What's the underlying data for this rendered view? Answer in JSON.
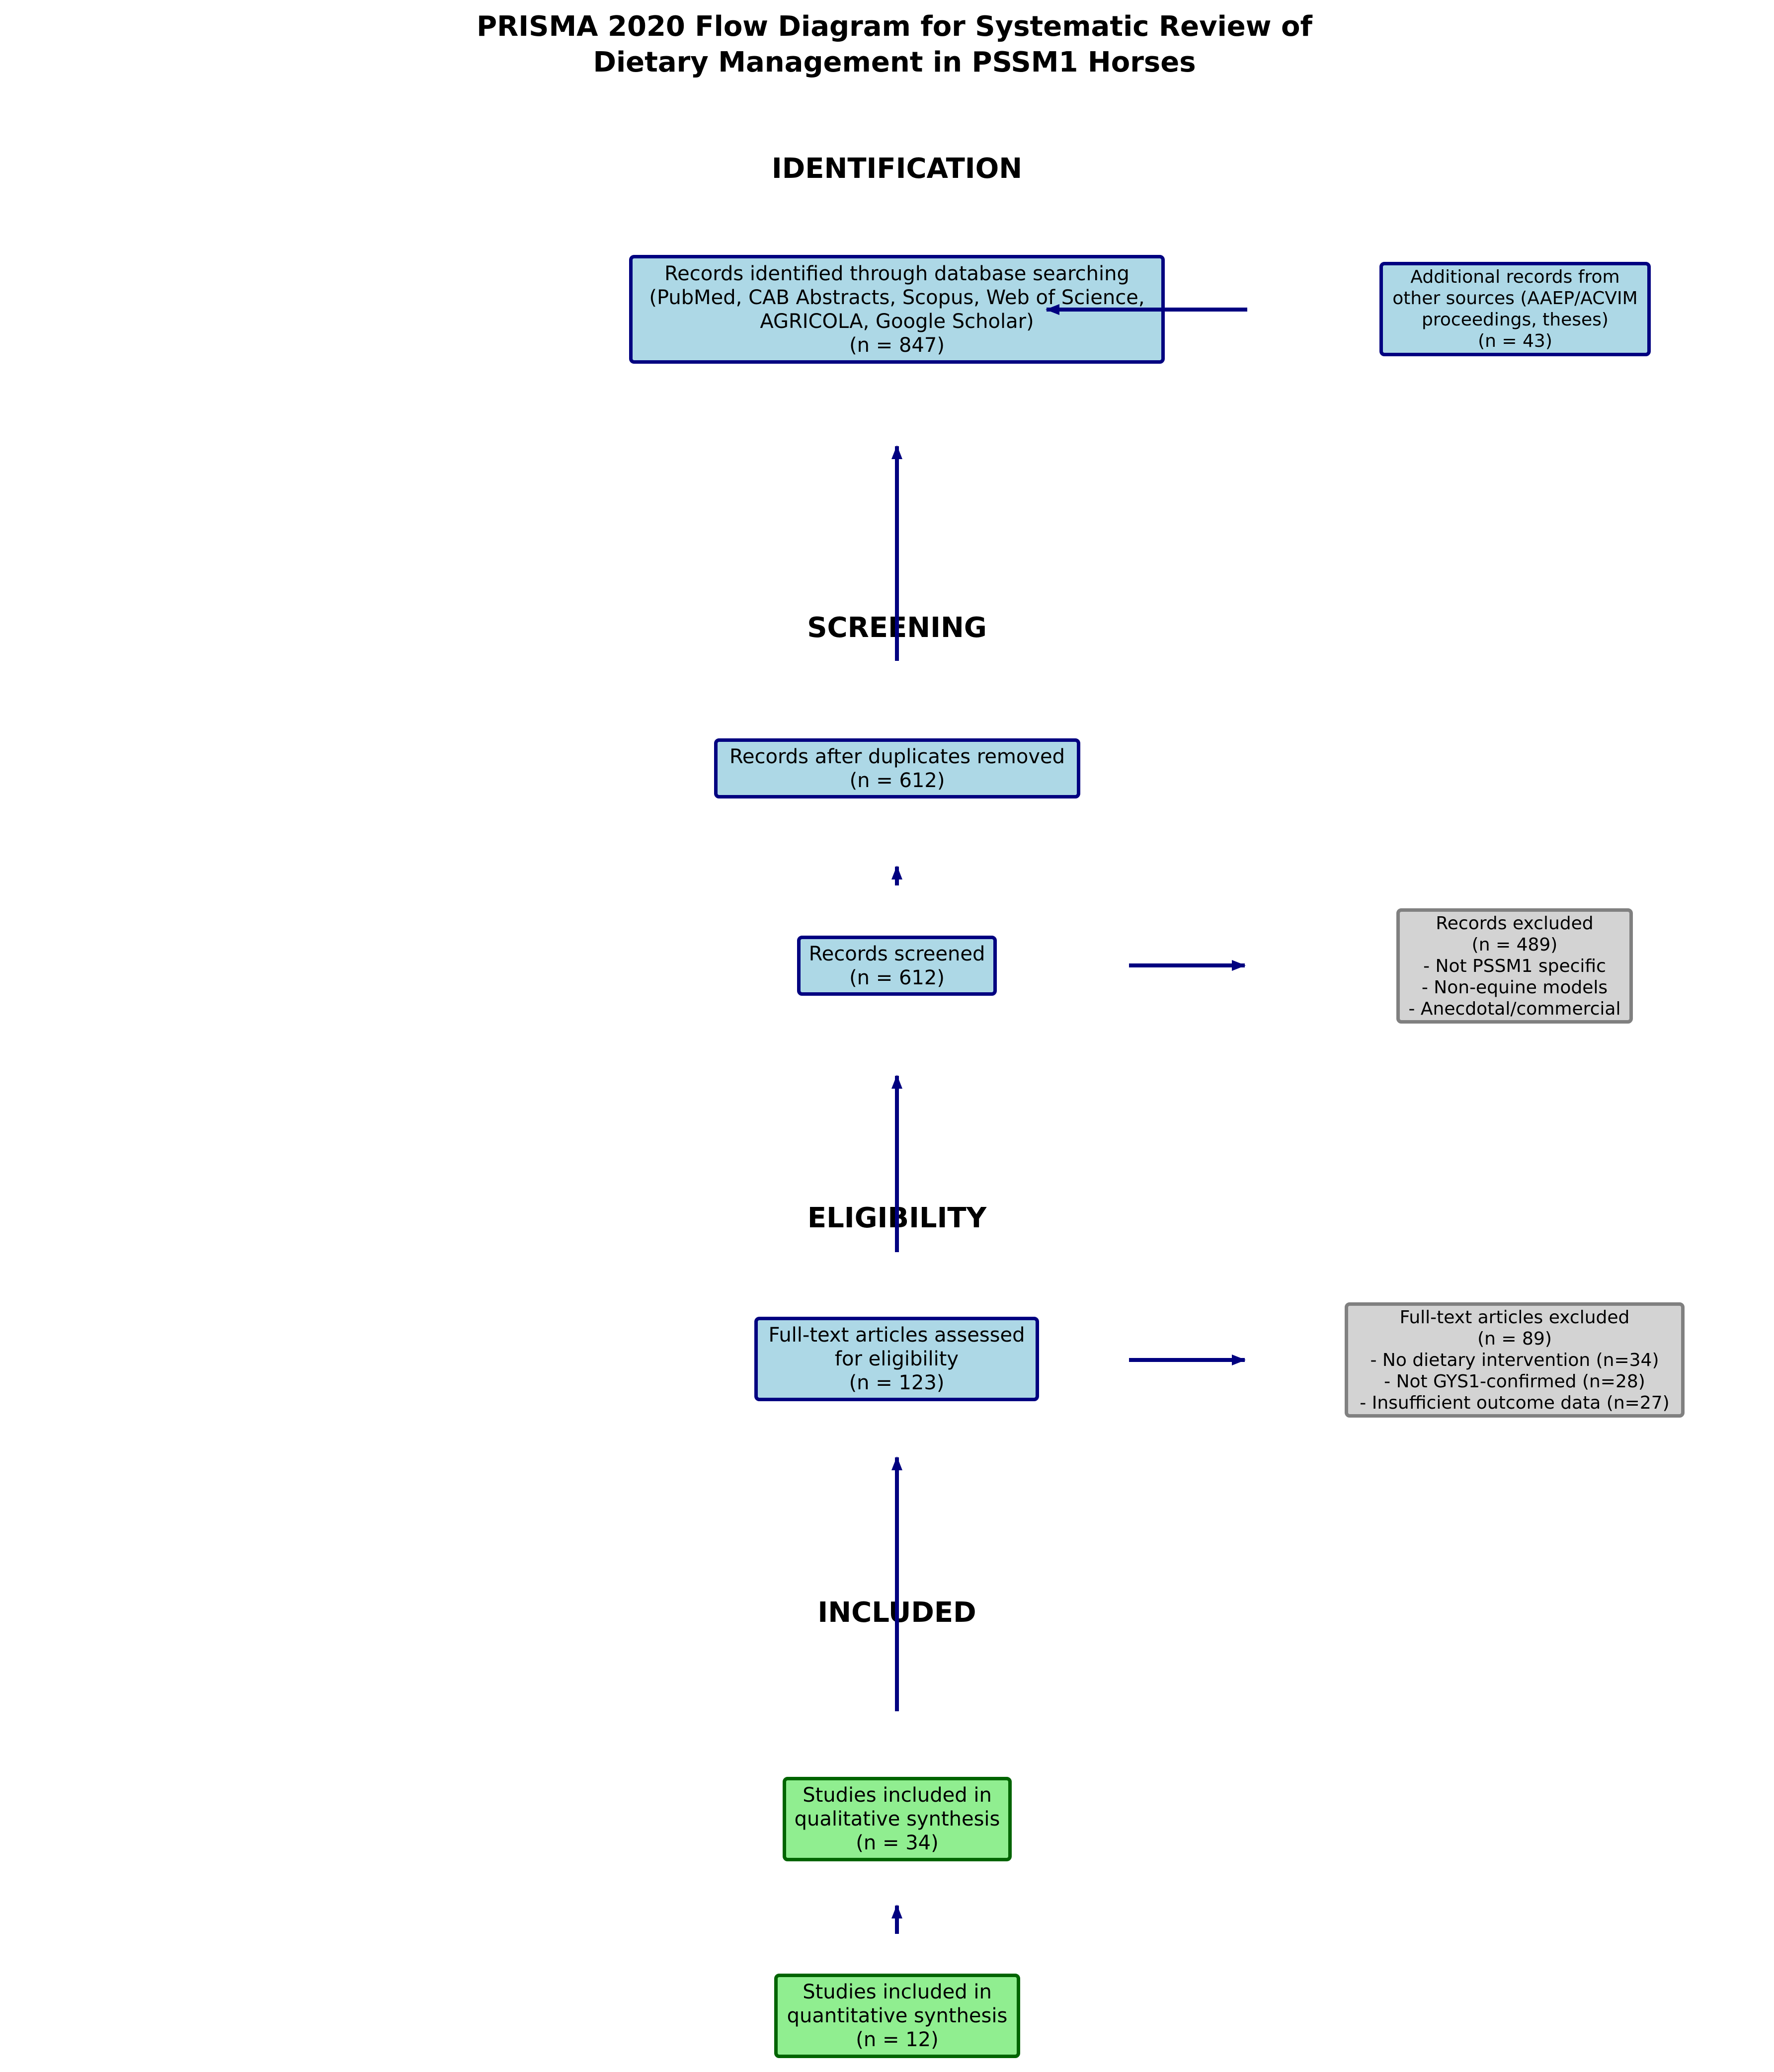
{
  "title": {
    "line1": "PRISMA 2020 Flow Diagram for Systematic Review of",
    "line2": "Dietary Management in PSSM1 Horses"
  },
  "stages": {
    "identification": "IDENTIFICATION",
    "screening": "SCREENING",
    "eligibility": "ELIGIBILITY",
    "included": "INCLUDED"
  },
  "boxes": {
    "database": {
      "lines": [
        "Records identified through database searching",
        "(PubMed, CAB Abstracts, Scopus, Web of Science,",
        "AGRICOLA, Google Scholar)",
        "(n = 847)"
      ]
    },
    "additional": {
      "lines": [
        "Additional records from",
        "other sources (AAEP/ACVIM",
        "proceedings, theses)",
        "(n = 43)"
      ]
    },
    "dedup": {
      "lines": [
        "Records after duplicates removed",
        "(n = 612)"
      ]
    },
    "screened": {
      "lines": [
        "Records screened",
        "(n = 612)"
      ]
    },
    "excluded": {
      "lines": [
        "Records excluded",
        "(n = 489)",
        "- Not PSSM1 specific",
        "- Non-equine models",
        "- Anecdotal/commercial"
      ]
    },
    "fulltext": {
      "lines": [
        "Full-text articles assessed",
        "for eligibility",
        "(n = 123)"
      ]
    },
    "fulltext_excluded": {
      "lines": [
        "Full-text articles excluded",
        "(n = 89)",
        "- No dietary intervention (n=34)",
        "- Not GYS1-confirmed (n=28)",
        "- Insufficient outcome data (n=27)"
      ]
    },
    "qualitative": {
      "lines": [
        "Studies included in",
        "qualitative synthesis",
        "(n = 34)"
      ]
    },
    "quantitative": {
      "lines": [
        "Studies included in",
        "quantitative synthesis",
        "(n = 12)"
      ]
    }
  },
  "colors": {
    "arrow": "#000080",
    "box_blue_fill": "#add8e6",
    "box_blue_border": "#000080",
    "box_grey_fill": "#d3d3d3",
    "box_grey_border": "#808080",
    "box_green_fill": "#90ee90",
    "box_green_border": "#006400"
  }
}
